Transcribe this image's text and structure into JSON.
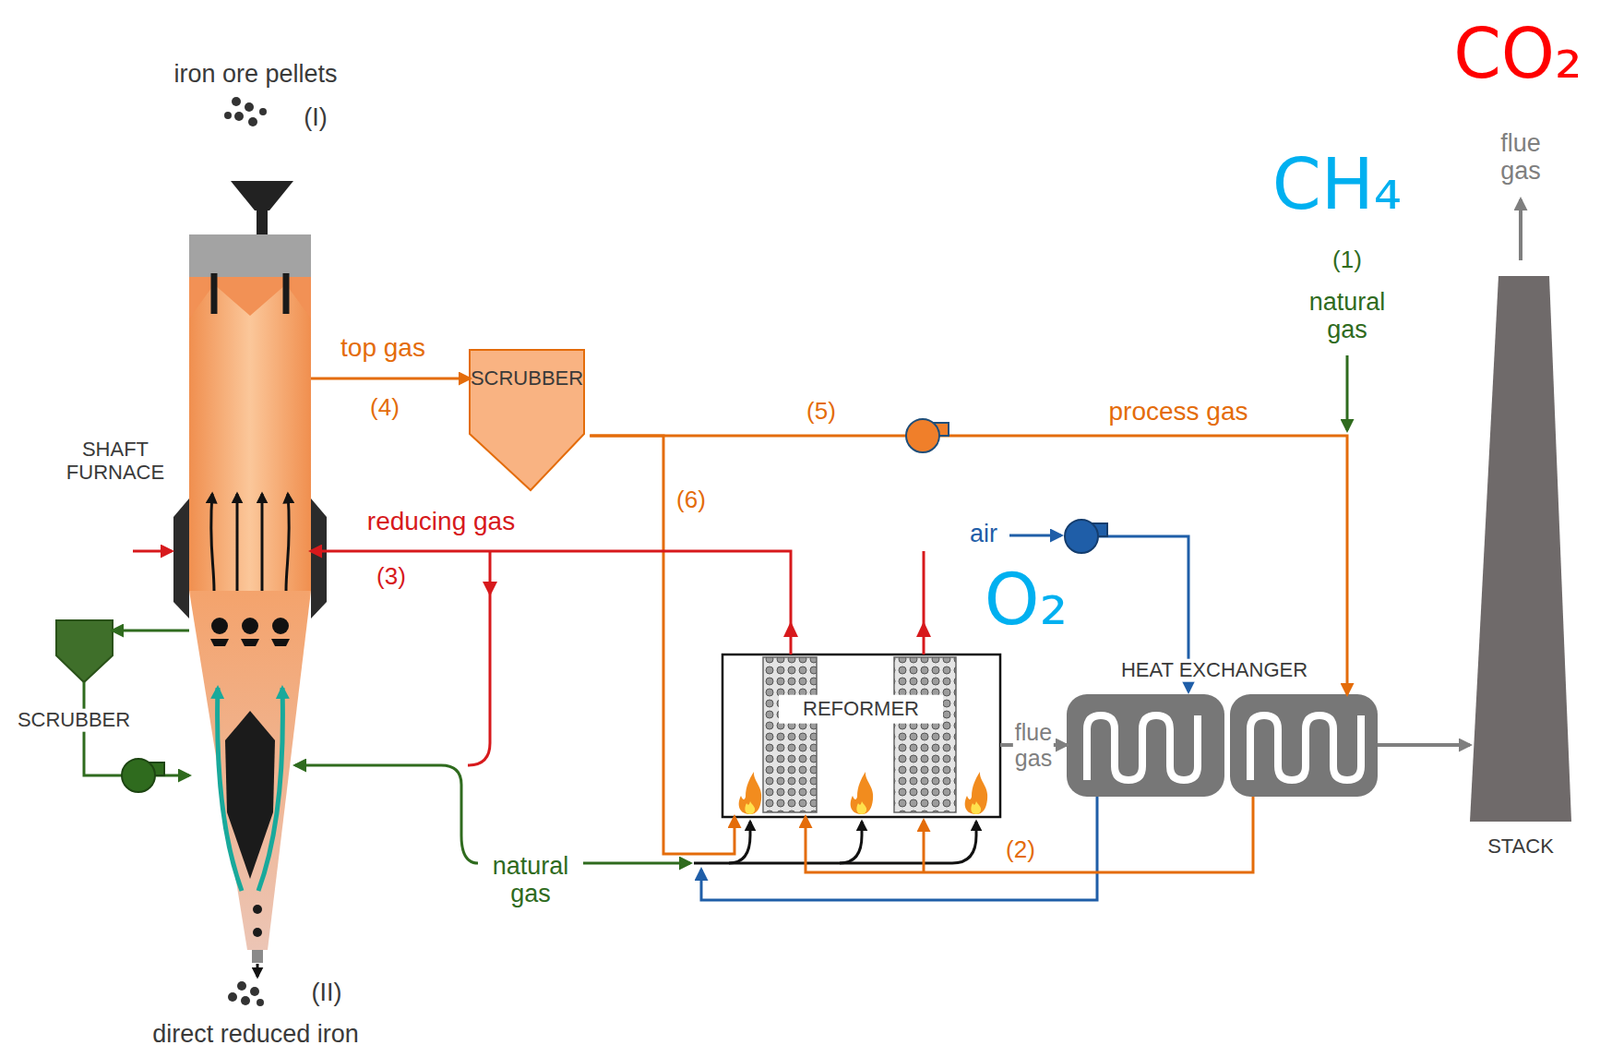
{
  "diagram": {
    "nodes": [
      {
        "text": [
          "SHAFT FURNACE"
        ]
      },
      {
        "text": [
          "SCRUBBER"
        ]
      },
      {
        "text": [
          "REFORMER"
        ]
      },
      {
        "text": [
          "HEAT EXCHANGER"
        ]
      },
      {
        "text": [
          "STACK"
        ]
      },
      {
        "text": [
          "SCRUBBER"
        ]
      }
    ],
    "edges": [
      {
        "from": 0,
        "to": 1,
        "arrow": "to",
        "label": "top gas"
      },
      {
        "from": 1,
        "to": 3,
        "arrow": "to",
        "label": "process gas"
      },
      {
        "from": 1,
        "to": 2,
        "arrow": "to"
      },
      {
        "from": 2,
        "to": 0,
        "arrow": "to",
        "label": "reducing gas"
      },
      {
        "from": 3,
        "to": 2,
        "arrow": "to"
      },
      {
        "from": 2,
        "to": 3,
        "arrow": "to",
        "label": "flue gas"
      },
      {
        "from": 3,
        "to": 4,
        "arrow": "to"
      },
      {
        "from": 0,
        "to": 5,
        "arrow": "to"
      },
      {
        "from": 5,
        "to": 0,
        "arrow": "to"
      }
    ],
    "labels": [
      "CO₂",
      "CH₄",
      "O₂",
      "iron ore pellets",
      "(I)",
      "(4)",
      "(3)",
      "(5)",
      "(6)",
      "(1)",
      "natural gas",
      "flue gas",
      "air",
      "(2)",
      "natural gas",
      "(II)",
      "direct reduced iron"
    ]
  }
}
